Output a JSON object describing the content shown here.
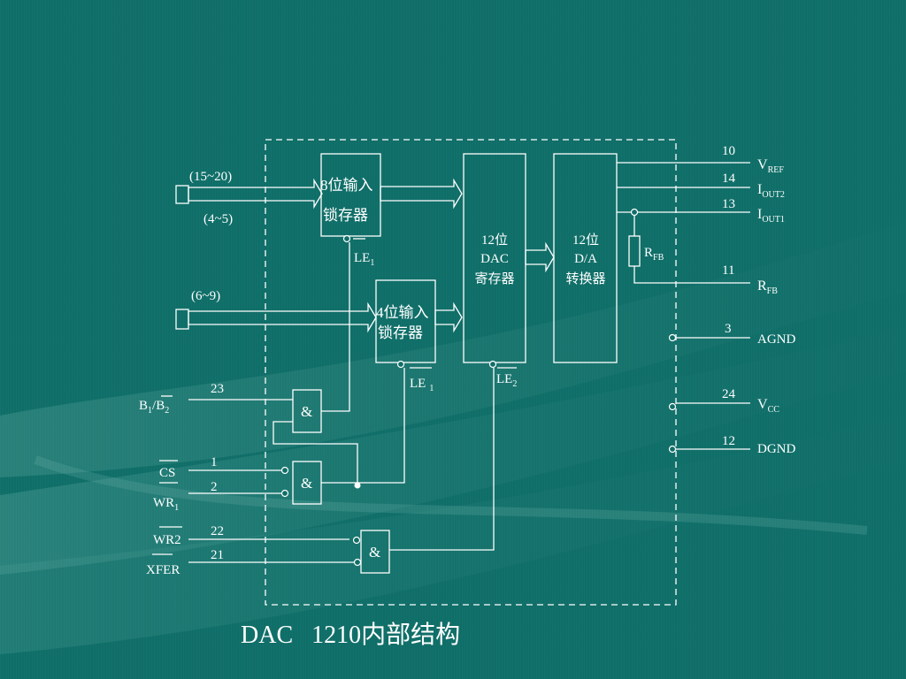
{
  "caption": "DAC   1210内部结构",
  "blocks": {
    "latch8": [
      "8位输入",
      "锁存器"
    ],
    "latch4": [
      "4位输入",
      "锁存器"
    ],
    "dac_reg": [
      "12位",
      "DAC",
      "寄存器"
    ],
    "da_conv": [
      "12位",
      "D/A",
      "转换器"
    ],
    "and_gate": "&"
  },
  "buses": {
    "top_a": "(15~20)",
    "top_b": "(4~5)",
    "lower": "(6~9)"
  },
  "latch_enables": {
    "le1_top": {
      "main": "LE",
      "sub": "1"
    },
    "le1_mid": {
      "main": "LE",
      "sub": "1"
    },
    "le2": {
      "main": "LE",
      "sub": "2"
    }
  },
  "rfb_resistor": {
    "main": "R",
    "sub": "FB"
  },
  "left_pins": [
    {
      "name": "B1/B2",
      "main1": "B",
      "sub1": "1",
      "slash": "/",
      "main2": "B",
      "sub2": "2",
      "number": "23"
    },
    {
      "name": "CS",
      "main1": "CS",
      "number": "1"
    },
    {
      "name": "WR1",
      "main1": "WR",
      "sub1": "1",
      "number": "2"
    },
    {
      "name": "WR2",
      "main1": "WR2",
      "number": "22"
    },
    {
      "name": "XFER",
      "main1": "XFER",
      "number": "21"
    }
  ],
  "right_pins": [
    {
      "number": "10",
      "main": "V",
      "sub": "REF"
    },
    {
      "number": "14",
      "main": "I",
      "sub": "OUT2"
    },
    {
      "number": "13",
      "main": "I",
      "sub": "OUT1"
    },
    {
      "number": "11",
      "main": "R",
      "sub": "FB"
    },
    {
      "number": "3",
      "main": "AGND",
      "sub": ""
    },
    {
      "number": "24",
      "main": "V",
      "sub": "CC"
    },
    {
      "number": "12",
      "main": "DGND",
      "sub": ""
    }
  ]
}
